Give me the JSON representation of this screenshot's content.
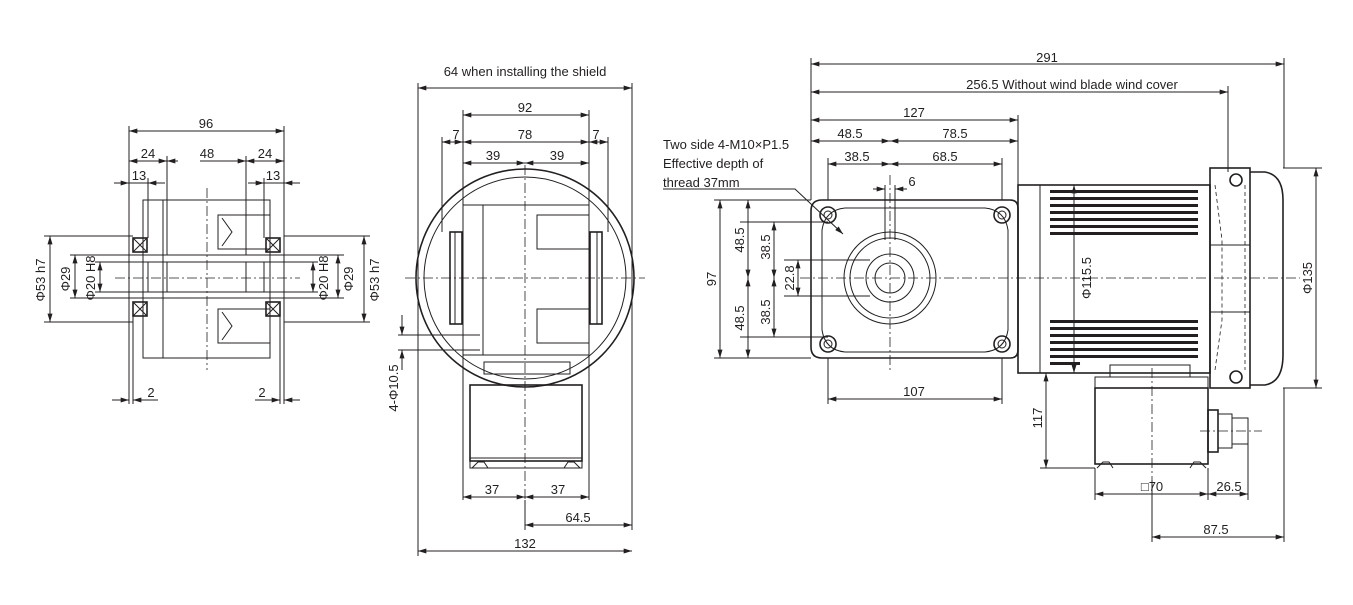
{
  "left_view": {
    "overall": "96",
    "left_24": "24",
    "middle_48": "48",
    "right_24": "24",
    "left_13": "13",
    "right_13": "13",
    "left_2": "2",
    "right_2": "2",
    "left_dia53": "Φ53 h7",
    "left_dia29": "Φ29",
    "left_dia20": "Φ20 H8",
    "right_dia20": "Φ20 H8",
    "right_dia29": "Φ29",
    "right_dia53": "Φ53 h7"
  },
  "middle_view": {
    "shield_width": "64 when installing the shield",
    "width_92": "92",
    "left_7": "7",
    "width_78": "78",
    "right_7": "7",
    "left_39": "39",
    "right_39": "39",
    "holes": "4-Φ10.5",
    "left_37": "37",
    "right_37": "37",
    "offset_64_5": "64.5",
    "overall_132": "132"
  },
  "right_view": {
    "overall_291": "291",
    "without_cover": "256.5  Without wind blade wind cover",
    "length_127": "127",
    "dim_48_5": "48.5",
    "dim_78_5": "78.5",
    "dim_38_5": "38.5",
    "dim_68_5": "68.5",
    "key_6": "6",
    "callout": [
      "Two side 4-M10×P1.5",
      "Effective depth of",
      "thread 37mm"
    ],
    "height_97": "97",
    "upper_48_5": "48.5",
    "lower_48_5": "48.5",
    "upper_38_5": "38.5",
    "lower_38_5": "38.5",
    "bore_22_8": "22.8",
    "motor_dia": "Φ115.5",
    "cover_dia": "Φ135",
    "bottom_107": "107",
    "height_117": "117",
    "box_70": "□70",
    "gland_26_5": "26.5",
    "offset_87_5": "87.5"
  }
}
